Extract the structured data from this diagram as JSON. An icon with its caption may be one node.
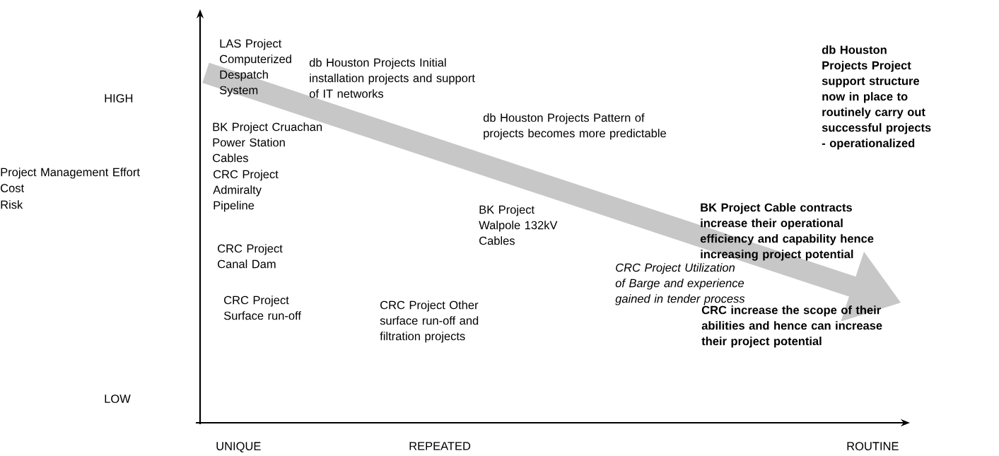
{
  "diagram": {
    "labels": [
      "LAS Project Computerized Despatch System",
      "db Houston Projects Initial installation projects and support of IT networks",
      "db Houston Projects Project support structure now in place to routinely carry out successful projects - operationalized",
      "HIGH",
      "BK Project Cruachan Power Station Cables",
      "db Houston Projects Pattern of projects becomes more predictable",
      "Project Management Effort",
      "Cost",
      "Risk",
      "CRC Project Admiralty Pipeline",
      "BK Project Walpole 132kV Cables",
      "BK Project Cable contracts increase their operational efficiency and capability hence increasing project potential",
      "CRC Project Canal Dam",
      "CRC Project Utilization of Barge and experience gained in tender process",
      "CRC Project Other surface run-off and filtration projects",
      "CRC increase the scope of their abilities and hence can increase their project potential",
      "CRC Project Surface run-off",
      "LOW",
      "UNIQUE",
      "REPEATED",
      "ROUTINE"
    ]
  }
}
